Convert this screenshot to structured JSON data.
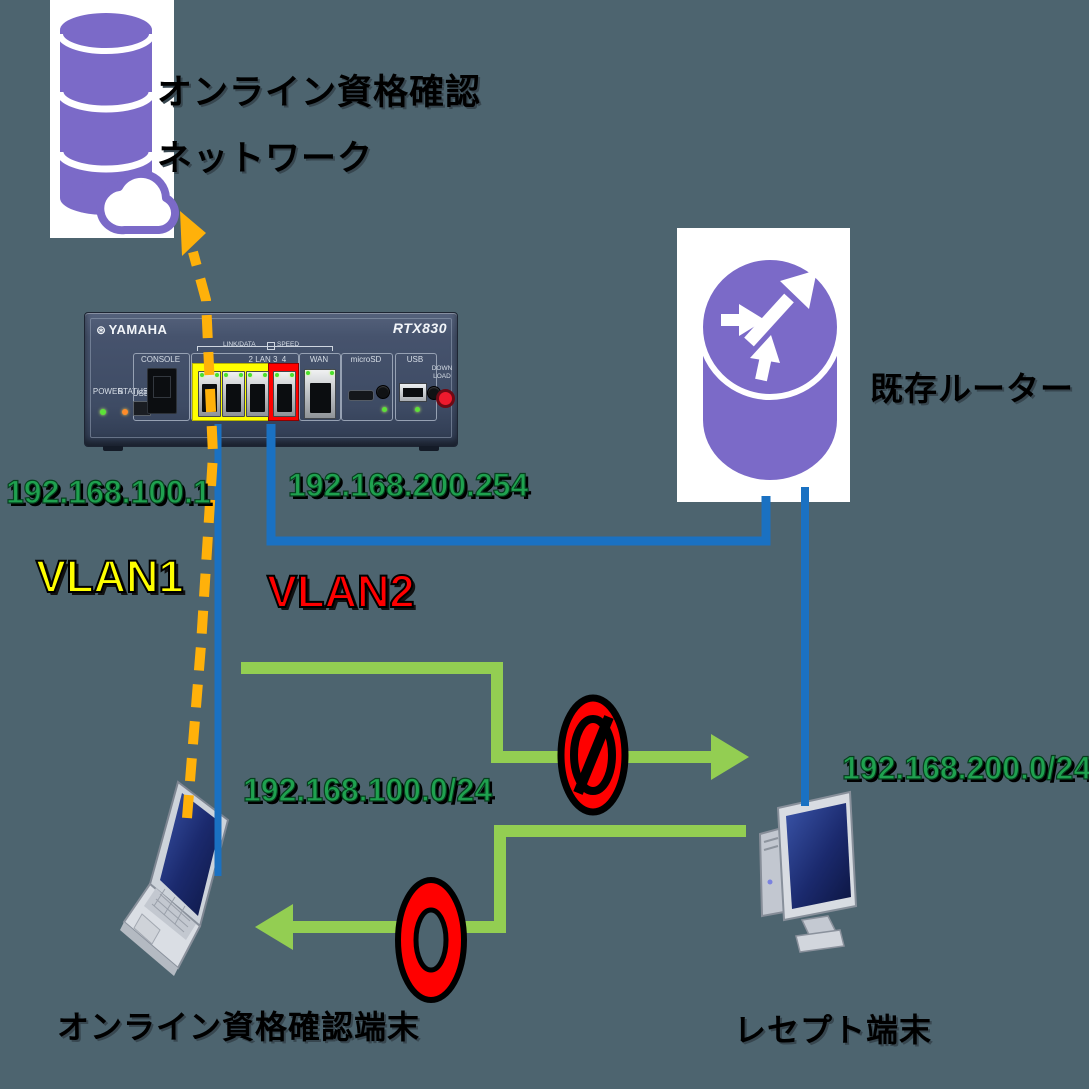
{
  "colors": {
    "background": "#4d646f",
    "accent_purple": "#7b6ac8",
    "line_blue": "#1a71c2",
    "arrow_green": "#93ce52",
    "dashed_orange": "#ffb10a",
    "ip_green": "#1fa14f",
    "vlan1_yellow": "#ffff00",
    "vlan2_red": "#ff0000"
  },
  "cloud_network": {
    "title_line1": "オンライン資格確認",
    "title_line2": "ネットワーク"
  },
  "rtx_router": {
    "brand_mark": "⊛",
    "brand": "YAMAHA",
    "model": "RTX830",
    "power_label": "POWER",
    "status_label": "STATUS",
    "usb_left_label": "USB",
    "console_label": "CONSOLE",
    "link_label": "LINK/DATA",
    "speed_label": "SPEED",
    "lan_label": "2  LAN  3",
    "port4_label": "4",
    "wan_label": "WAN",
    "microsd_label": "microSD",
    "usb_right_label": "USB",
    "download_line1": "DOWN",
    "download_line2": "LOAD"
  },
  "existing_router": {
    "label": "既存ルーター"
  },
  "vlan1": {
    "name": "VLAN1",
    "router_ip": "192.168.100.1",
    "subnet": "192.168.100.0/24"
  },
  "vlan2": {
    "name": "VLAN2",
    "router_ip": "192.168.200.254",
    "subnet": "192.168.200.0/24"
  },
  "terminals": {
    "laptop_label": "オンライン資格確認端末",
    "desktop_label": "レセプト端末"
  }
}
